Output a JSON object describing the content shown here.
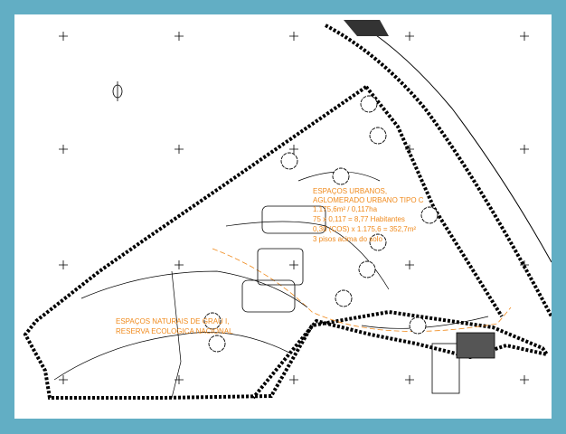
{
  "colors": {
    "frame": "#62aec4",
    "annotation": "#f08a1c",
    "linework": "#000000"
  },
  "labels": {
    "urban": [
      "ESPAÇOS URBANOS,",
      "AGLOMERADO URBANO TIPO C",
      "1.175,6m² / 0,117ha",
      "75 x 0,117 = 8,77 Habitantes",
      "0,30 (COS) x 1.175,6 = 352,7m²",
      "3 pisos acima do solo"
    ],
    "natural": [
      "ESPAÇOS NATURAIS DE GRAU I,",
      "RESERVA ECOLOGICA NACIONAL"
    ]
  },
  "icons": {
    "north": "north-arrow-icon"
  }
}
